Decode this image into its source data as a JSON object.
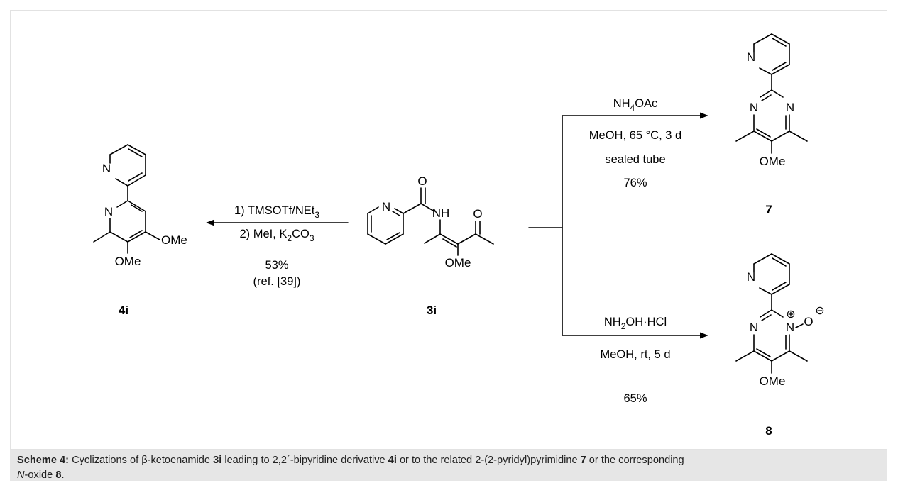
{
  "scheme": {
    "left_reaction": {
      "step1_text": "1) TMSOTf/NEt",
      "step1_sub": "3",
      "step2_text": "2) MeI, K",
      "step2_sub1": "2",
      "step2_mid": "CO",
      "step2_sub2": "3",
      "yield": "53%",
      "reference": "(ref. [39])"
    },
    "top_right_reaction": {
      "reagent_pre": "NH",
      "reagent_sub": "4",
      "reagent_post": "OAc",
      "solvent": "MeOH, 65 °C, 3 d",
      "vessel": "sealed tube",
      "yield": "76%"
    },
    "bottom_right_reaction": {
      "reagent_pre": "NH",
      "reagent_sub": "2",
      "reagent_post": "OH·HCl",
      "solvent": "MeOH, rt, 5 d",
      "yield": "65%"
    },
    "compounds": {
      "c4i": "4i",
      "c3i": "3i",
      "c7": "7",
      "c8": "8"
    },
    "atoms": {
      "N": "N",
      "O": "O",
      "NH": "NH",
      "OMe": "OMe",
      "plus": "⊕",
      "minus": "⊖"
    }
  },
  "caption": {
    "label": "Scheme 4:",
    "text_1": " Cyclizations of β-ketoenamide ",
    "c3i": "3i",
    "text_2": " leading to 2,2´-bipyridine derivative ",
    "c4i": "4i",
    "text_3": " or to the related 2-(2-pyridyl)pyrimidine ",
    "c7": "7",
    "text_4": " or the corresponding ",
    "n_italic": "N",
    "text_5": "-oxide ",
    "c8": "8",
    "text_6": "."
  }
}
